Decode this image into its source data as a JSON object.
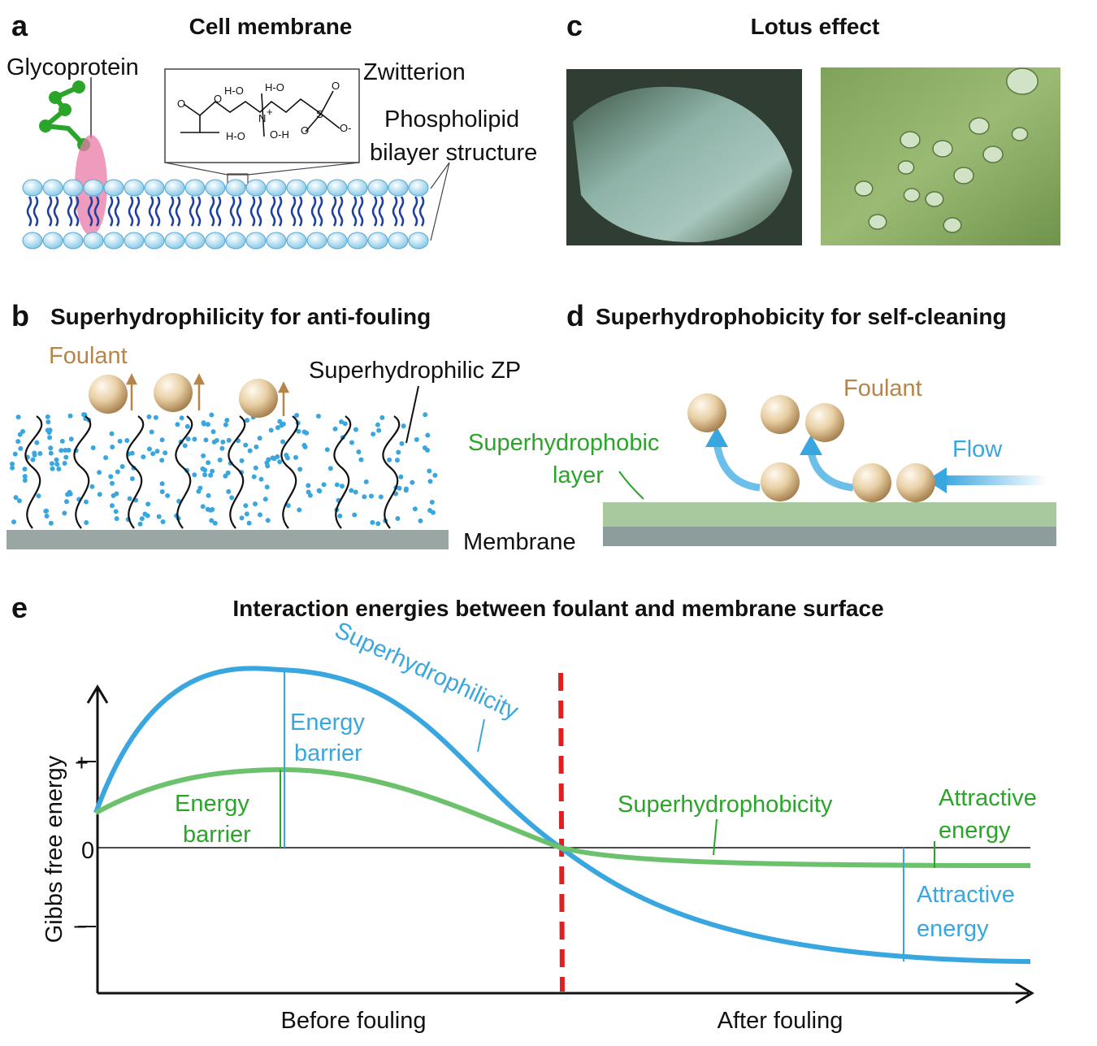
{
  "panel_a": {
    "label": "a",
    "title": "Cell membrane",
    "glycoprotein": "Glycoprotein",
    "zwitterion": "Zwitterion",
    "phospholipid_1": "Phospholipid",
    "phospholipid_2": "bilayer structure",
    "chem": {
      "o1": "O",
      "o2": "O",
      "n": "N",
      "nplus": "+",
      "s": "S",
      "so1": "O",
      "so2": "O",
      "sominus": "O-",
      "h2o_a": "H-O",
      "h2o_b": "H-O",
      "h2o_c": "H-O",
      "h2o_d": "O-H"
    }
  },
  "panel_b": {
    "label": "b",
    "title": "Superhydrophilicity for anti-fouling",
    "foulant": "Foulant",
    "zp": "Superhydrophilic ZP"
  },
  "panel_c": {
    "label": "c",
    "title": "Lotus effect"
  },
  "panel_d": {
    "label": "d",
    "title": "Superhydrophobicity for self-cleaning",
    "foulant": "Foulant",
    "layer_1": "Superhydrophobic",
    "layer_2": "layer",
    "flow": "Flow",
    "membrane": "Membrane"
  },
  "panel_e": {
    "label": "e",
    "title": "Interaction energies between foulant and membrane surface",
    "ylabel": "Gibbs free energy",
    "tick_plus": "+",
    "tick_zero": "0",
    "tick_minus": "−",
    "x_before": "Before fouling",
    "x_after": "After fouling",
    "superhydrophilicity": "Superhydrophilicity",
    "superhydrophobicity": "Superhydrophobicity",
    "barrier_blue_1": "Energy",
    "barrier_blue_2": "barrier",
    "barrier_green_1": "Energy",
    "barrier_green_2": "barrier",
    "attr_green_1": "Attractive",
    "attr_green_2": "energy",
    "attr_blue_1": "Attractive",
    "attr_blue_2": "energy",
    "colors": {
      "blue": "#3aa6e0",
      "green": "#6cc16c",
      "divider": "#e02020"
    }
  }
}
